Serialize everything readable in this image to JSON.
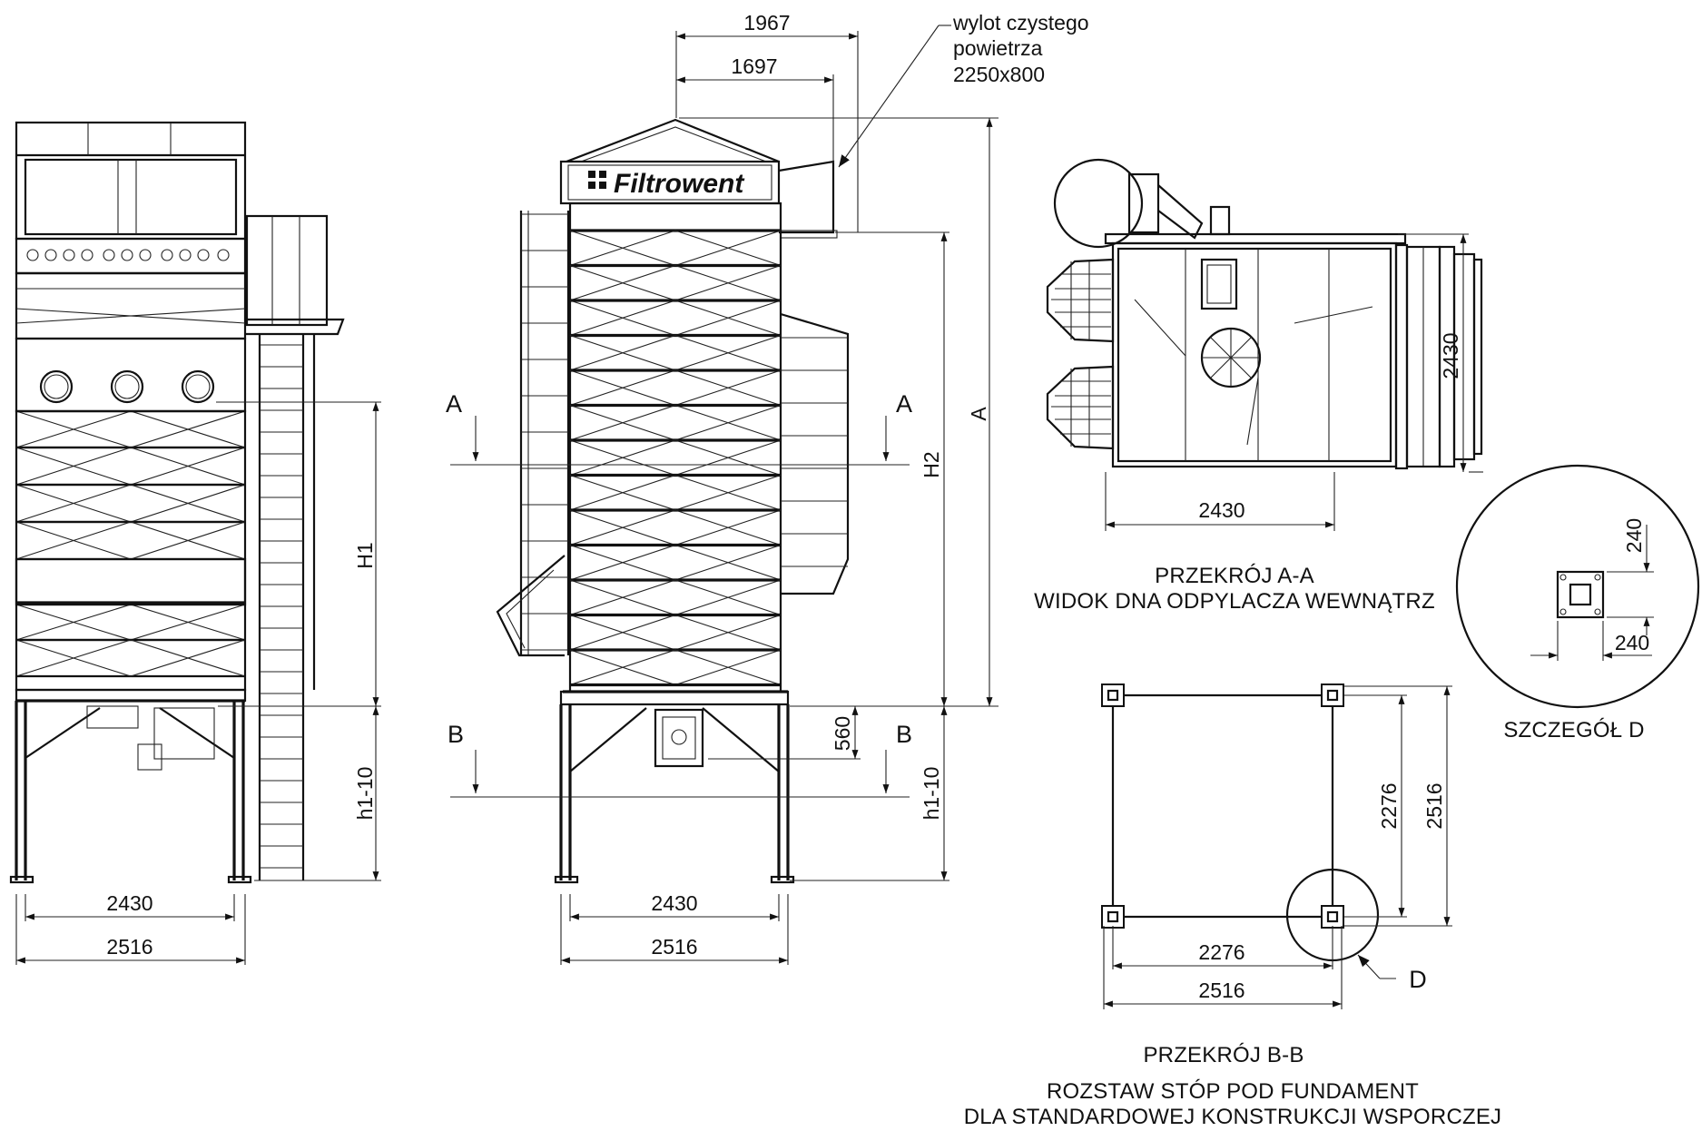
{
  "outlet_note": {
    "line1": "wylot czystego",
    "line2": "powietrza",
    "line3": "2250x800"
  },
  "logo": "Filtrowent",
  "front_view": {
    "width_inner": "2430",
    "width_outer": "2516",
    "height_label": "H1",
    "leg_height_label": "h1-10"
  },
  "side_view": {
    "outlet_offset_outer": "1967",
    "outlet_offset_inner": "1697",
    "total_height_label": "A",
    "height_label": "H2",
    "leg_height_label": "h1-10",
    "hopper_dim": "560",
    "width_inner": "2430",
    "width_outer": "2516",
    "section_a": "A",
    "section_b": "B"
  },
  "section_aa": {
    "width": "2430",
    "depth": "2430",
    "title": "PRZEKRÓJ A-A",
    "subtitle": "WIDOK DNA ODPYLACZA WEWNĄTRZ"
  },
  "detail_d": {
    "dim_vertical": "240",
    "dim_horizontal": "240",
    "title": "SZCZEGÓŁ D"
  },
  "section_bb": {
    "inner_x": "2276",
    "outer_x": "2516",
    "inner_y": "2276",
    "outer_y": "2516",
    "detail_label": "D",
    "title": "PRZEKRÓJ B-B",
    "subtitle_line1": "ROZSTAW STÓP POD FUNDAMENT",
    "subtitle_line2": "DLA STANDARDOWEJ KONSTRUKCJI WSPORCZEJ"
  }
}
